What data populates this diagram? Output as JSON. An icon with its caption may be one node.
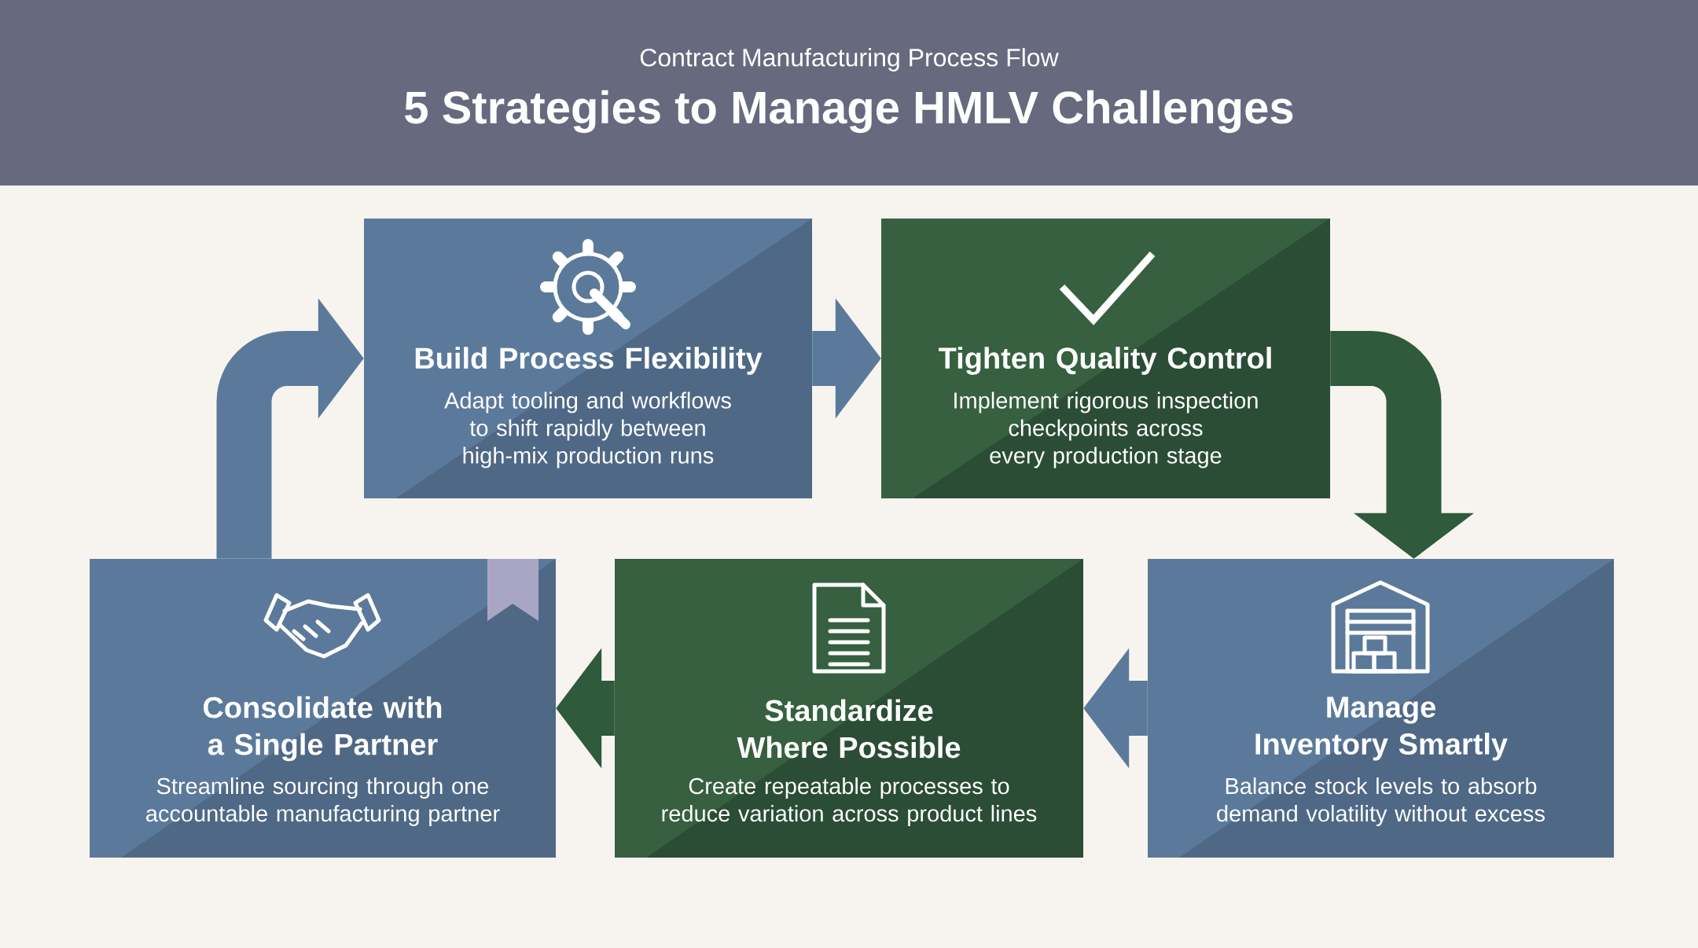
{
  "diagram": {
    "title": "5 Strategies to Manage HMLV Challenges",
    "nodes": [
      {
        "text": [
          "Build Process Flexibility",
          "Adapt tooling and workflows to shift rapidly between high-mix production runs"
        ]
      },
      {
        "text": [
          "Tighten Quality Control",
          "Implement rigorous inspection checkpoints across every production stage"
        ]
      },
      {
        "text": [
          "Consolidate with a Single Partner",
          "Streamline sourcing through one accountable manufacturing partner"
        ]
      },
      {
        "text": [
          "Standardize Where Possible",
          "Create repeatable processes to reduce variation across product lines"
        ]
      },
      {
        "text": [
          "Manage Inventory Smartly",
          "Balance stock levels to absorb demand volatility without excess"
        ]
      }
    ],
    "edges": [
      {
        "from": 0,
        "to": 1,
        "arrow": "to"
      },
      {
        "from": 1,
        "to": 4,
        "arrow": "to",
        "color": "#2f5a3c"
      },
      {
        "from": 4,
        "to": 3,
        "arrow": "to"
      },
      {
        "from": 3,
        "to": 2,
        "arrow": "to",
        "color": "#2f5a3c"
      },
      {
        "from": 2,
        "to": 0,
        "arrow": "to"
      }
    ],
    "labels": [
      "Contract Manufacturing Process Flow"
    ]
  }
}
